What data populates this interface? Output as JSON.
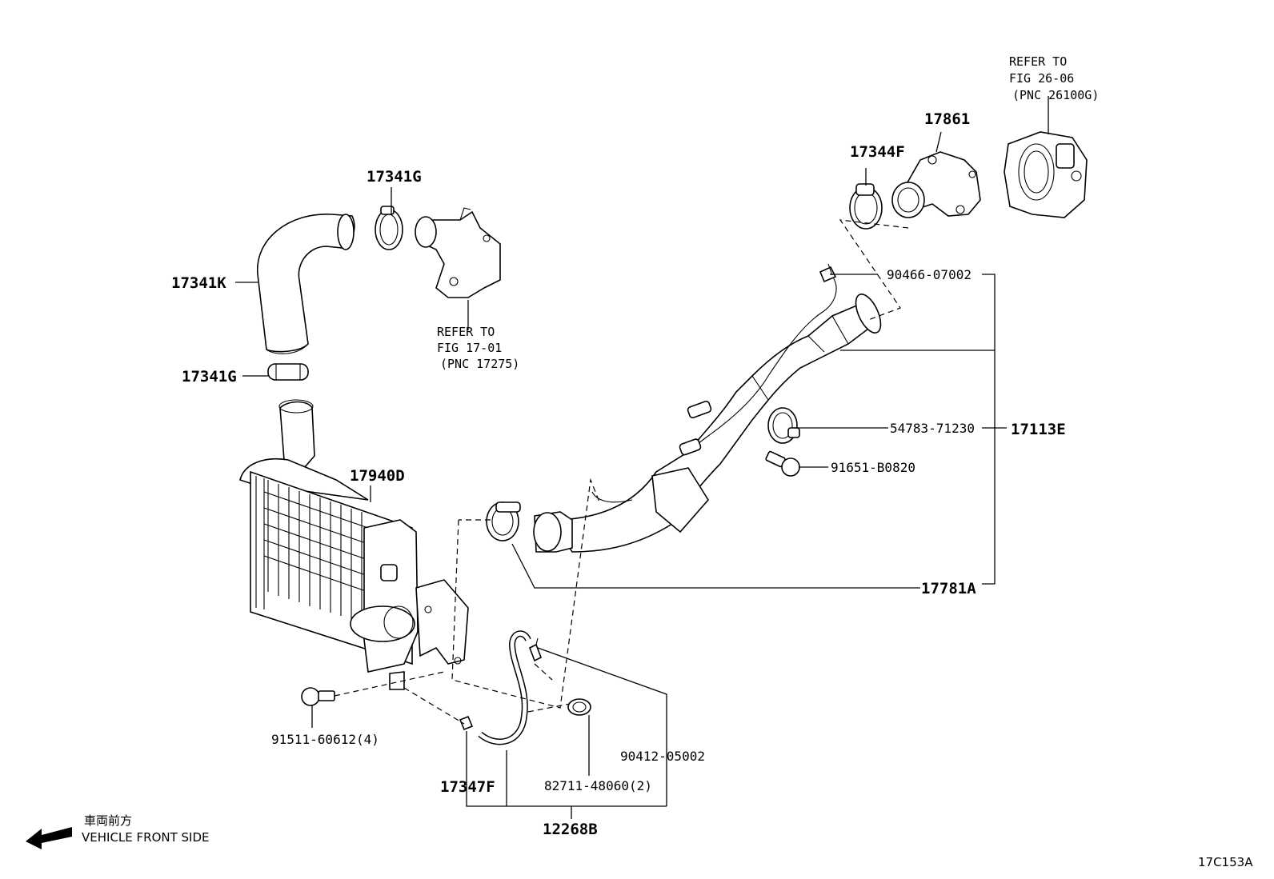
{
  "parts": {
    "p17341G_top": "17341G",
    "p17341K": "17341K",
    "p17341G_bottom": "17341G",
    "p17940D": "17940D",
    "p17344F": "17344F",
    "p17861": "17861",
    "p90466": "90466-07002",
    "p17113E": "17113E",
    "p54783": "54783-71230",
    "p91651": "91651-B0820",
    "p17781A": "17781A",
    "p91511": "91511-60612(4)",
    "p90412": "90412-05002",
    "p17347F": "17347F",
    "p82711": "82711-48060(2)",
    "p12268B": "12268B"
  },
  "refs": {
    "ref1_line1": "REFER TO",
    "ref1_line2": "FIG 17-01",
    "ref1_line3": "(PNC 17275)",
    "ref2_line1": "REFER TO",
    "ref2_line2": "FIG 26-06",
    "ref2_line3": "(PNC 26100G)"
  },
  "legend": {
    "japanese": "車両前方",
    "english": "VEHICLE FRONT SIDE"
  },
  "figure_id": "17C153A"
}
